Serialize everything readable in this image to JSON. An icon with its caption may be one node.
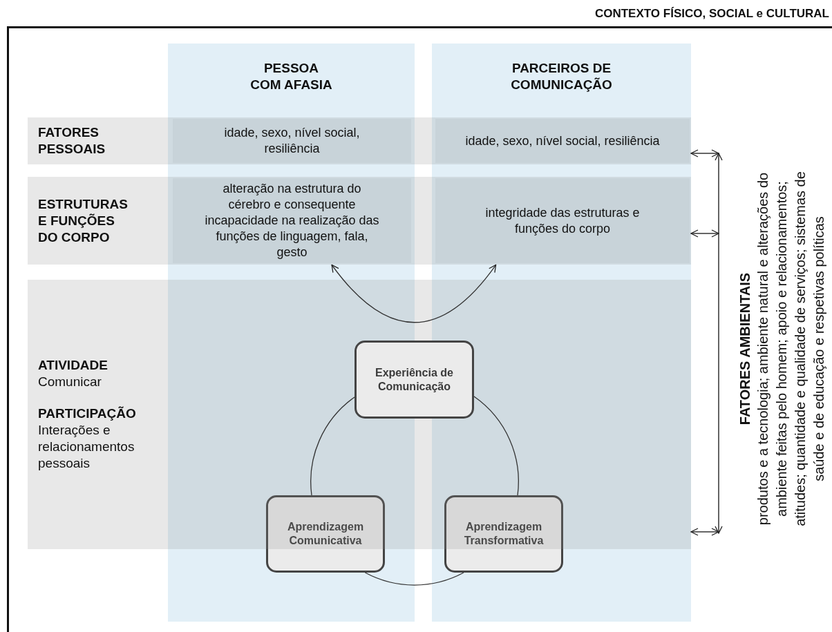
{
  "diagram": {
    "nodes": [
      {
        "text": [
          "CONTEXTO FÍSICO, SOCIAL e CULTURAL"
        ]
      },
      {
        "text": [
          "PESSOA COM AFASIA"
        ],
        "in": 0
      },
      {
        "text": [
          "PARCEIROS DE COMUNICAÇÃO"
        ],
        "in": 0
      },
      {
        "text": [
          "FATORES PESSOAIS"
        ],
        "in": 0
      },
      {
        "text": [
          "idade, sexo, nível social, resiliência"
        ]
      },
      {
        "text": [
          "idade, sexo, nível social, resiliência"
        ]
      },
      {
        "text": [
          "ESTRUTURAS E FUNÇÕES DO CORPO"
        ],
        "in": 0
      },
      {
        "text": [
          "alteração na estrutura do cérebro e consequente incapacidade na realização das funções de linguagem, fala, gesto"
        ]
      },
      {
        "text": [
          "integridade das estruturas e funções do corpo"
        ]
      },
      {
        "text": [
          "ATIVIDADE",
          "Comunicar",
          "PARTICIPAÇÃO",
          "Interações e relacionamentos pessoais"
        ],
        "in": 0
      },
      {
        "text": [
          "Experiência de Comunicação"
        ],
        "in": 9
      },
      {
        "text": [
          "Aprendizagem Comunicativa"
        ],
        "in": 1
      },
      {
        "text": [
          "Aprendizagem Transformativa"
        ],
        "in": 2
      },
      {
        "text": [
          "FATORES AMBIENTAIS",
          "produtos e a tecnologia; ambiente natural e alterações do ambiente feitas pelo homem; apoio e relacionamentos; atitudes; quantidade e qualidade de serviços; sistemas de saúde e de educação e respetivas políticas"
        ],
        "in": 0
      }
    ],
    "edges": [
      {
        "from": 7,
        "to": 8,
        "arrow": "both"
      },
      {
        "from": 10,
        "to": 11,
        "arrow": "none"
      },
      {
        "from": 11,
        "to": 12,
        "arrow": "none"
      },
      {
        "from": 12,
        "to": 10,
        "arrow": "none"
      },
      {
        "from": 13,
        "to": 3,
        "arrow": "both"
      },
      {
        "from": 13,
        "to": 6,
        "arrow": "both"
      },
      {
        "from": 13,
        "to": 9,
        "arrow": "both"
      }
    ]
  }
}
